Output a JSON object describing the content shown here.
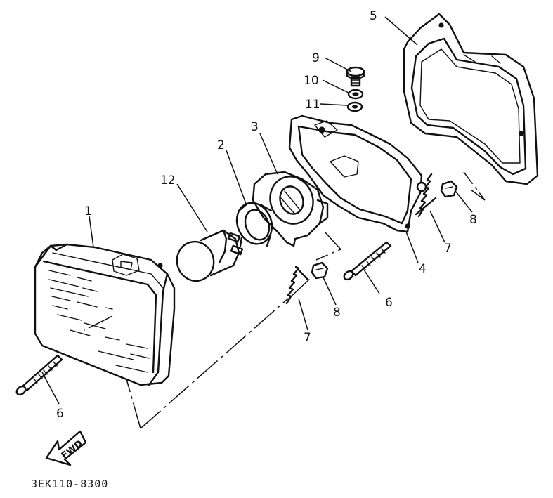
{
  "diagram": {
    "part_code": "3EK110-8300",
    "direction_label": "FWD",
    "callouts": {
      "c1": "1",
      "c2": "2",
      "c3": "3",
      "c4": "4",
      "c5": "5",
      "c6a": "6",
      "c6b": "6",
      "c7a": "7",
      "c7b": "7",
      "c8a": "8",
      "c8b": "8",
      "c9": "9",
      "c10": "10",
      "c11": "11",
      "c12": "12"
    }
  }
}
